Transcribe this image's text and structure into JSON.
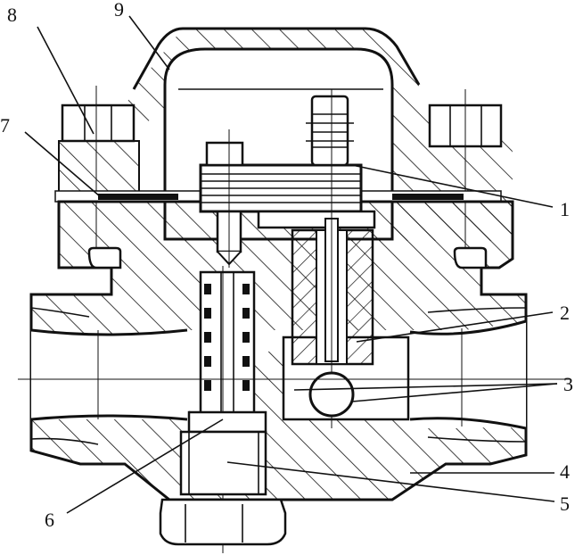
{
  "diagram": {
    "labels": [
      {
        "id": "1",
        "text": "1"
      },
      {
        "id": "2",
        "text": "2"
      },
      {
        "id": "3",
        "text": "3"
      },
      {
        "id": "4",
        "text": "4"
      },
      {
        "id": "5",
        "text": "5"
      },
      {
        "id": "6",
        "text": "6"
      },
      {
        "id": "7",
        "text": "7"
      },
      {
        "id": "8",
        "text": "8"
      },
      {
        "id": "9",
        "text": "9"
      }
    ],
    "colors": {
      "ink": "#111111",
      "paper": "#ffffff"
    }
  }
}
